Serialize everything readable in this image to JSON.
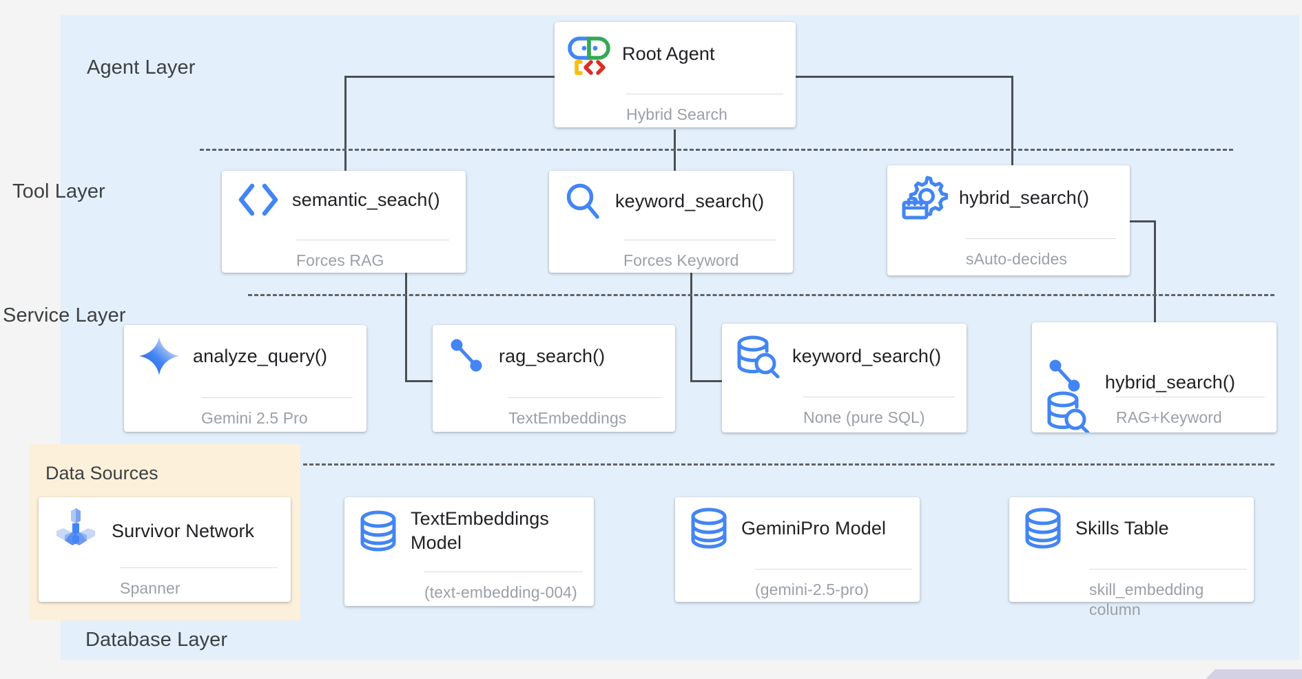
{
  "canvas": {
    "background_color": "#f4f4f4",
    "panel_color": "#e3effa",
    "data_sources_color": "#fdf0da",
    "accent_blue": "#4285f4",
    "connector_color": "#4a4f54"
  },
  "layers": {
    "agent": "Agent Layer",
    "tool": "Tool Layer",
    "service": "Service Layer",
    "database": "Database Layer"
  },
  "data_sources_group": {
    "title": "Data Sources",
    "card": {
      "title": "Survivor Network",
      "subtitle": "Spanner",
      "icon": "spanner-icon"
    }
  },
  "agent_layer": {
    "cards": [
      {
        "title": "Root Agent",
        "subtitle": "Hybrid Search",
        "icon": "adk-agent-icon"
      }
    ]
  },
  "tool_layer": {
    "cards": [
      {
        "title": "semantic_seach()",
        "subtitle": "Forces RAG",
        "icon": "code-brackets-icon"
      },
      {
        "title": "keyword_search()",
        "subtitle": "Forces Keyword",
        "icon": "magnifier-icon"
      },
      {
        "title": "hybrid_search()",
        "subtitle": "sAuto-decides",
        "icon": "gear-panel-icon"
      }
    ]
  },
  "service_layer": {
    "cards": [
      {
        "title": "analyze_query()",
        "subtitle": "Gemini 2.5 Pro",
        "icon": "gemini-sparkle-icon"
      },
      {
        "title": "rag_search()",
        "subtitle": "TextEmbeddings",
        "icon": "node-link-icon"
      },
      {
        "title": "keyword_search()",
        "subtitle": "None (pure SQL)",
        "icon": "database-search-icon"
      },
      {
        "title": "hybrid_search()",
        "subtitle": "RAG+Keyword",
        "icon": "node-link-database-search-icon"
      }
    ]
  },
  "database_layer": {
    "cards": [
      {
        "title": "TextEmbeddings Model",
        "subtitle": "(text-embedding-004)",
        "icon": "database-icon"
      },
      {
        "title": "GeminiPro Model",
        "subtitle": "(gemini-2.5-pro)",
        "icon": "database-icon"
      },
      {
        "title": "Skills Table",
        "subtitle": "skill_embedding column",
        "icon": "database-icon"
      }
    ]
  }
}
